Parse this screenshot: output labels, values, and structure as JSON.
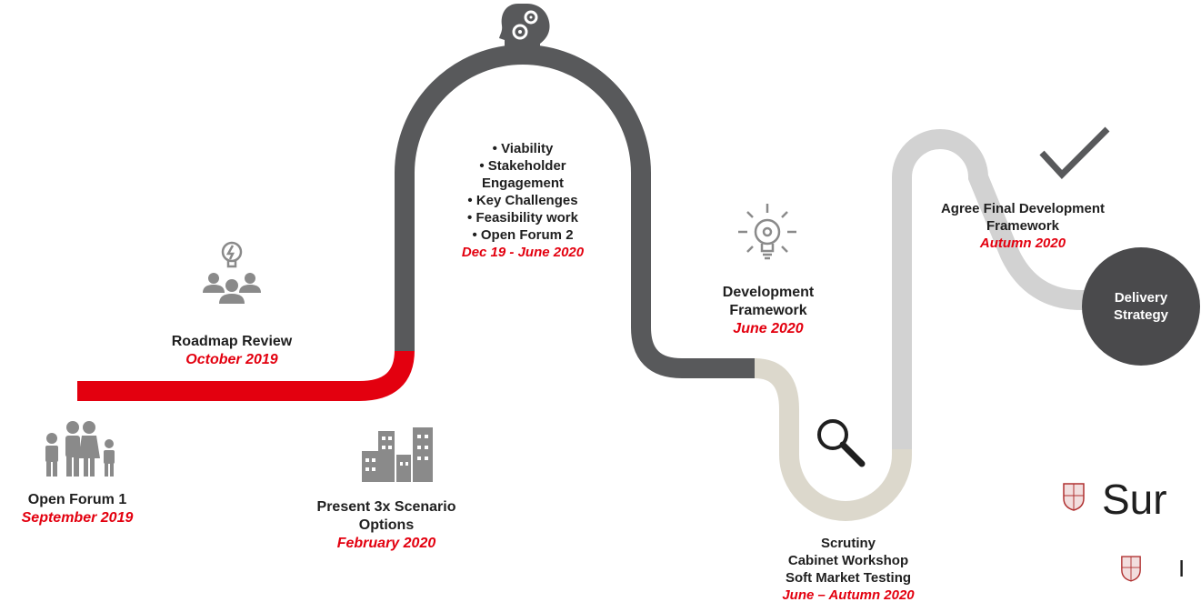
{
  "milestones": {
    "open_forum_1": {
      "title": "Open Forum 1",
      "date": "September 2019"
    },
    "roadmap_review": {
      "title": "Roadmap Review",
      "date": "October 2019"
    },
    "scenarios": {
      "title_line1": "Present 3x Scenario",
      "title_line2": "Options",
      "date": "February 2020"
    },
    "workstream": {
      "items": [
        "Viability",
        "Stakeholder Engagement",
        "Key Challenges",
        "Feasibility work",
        "Open Forum 2"
      ],
      "date": "Dec 19 - June 2020"
    },
    "development_framework": {
      "title_line1": "Development",
      "title_line2": "Framework",
      "date": "June 2020"
    },
    "scrutiny": {
      "line1": "Scrutiny",
      "line2": "Cabinet Workshop",
      "line3": "Soft Market Testing",
      "date": "June – Autumn 2020"
    },
    "agree_final": {
      "title_line1": "Agree Final Development",
      "title_line2": "Framework",
      "date": "Autumn 2020"
    },
    "delivery": {
      "line1": "Delivery",
      "line2": "Strategy"
    }
  },
  "cropped_text": {
    "big": "Sur",
    "small": "I"
  },
  "icons": {
    "family": "family-icon",
    "team": "team-idea-icon",
    "buildings": "buildings-icon",
    "head_gears": "head-gears-icon",
    "lightbulb": "lightbulb-icon",
    "magnifier": "magnifier-icon",
    "check": "checkmark-icon",
    "crest": "crest-icon"
  },
  "colors": {
    "red": "#e3000f",
    "dark_grey": "#58595b",
    "beige": "#dcd8cc",
    "light_grey": "#d2d2d2",
    "circle": "#4a4a4c",
    "icon_grey": "#8a8a8a"
  }
}
